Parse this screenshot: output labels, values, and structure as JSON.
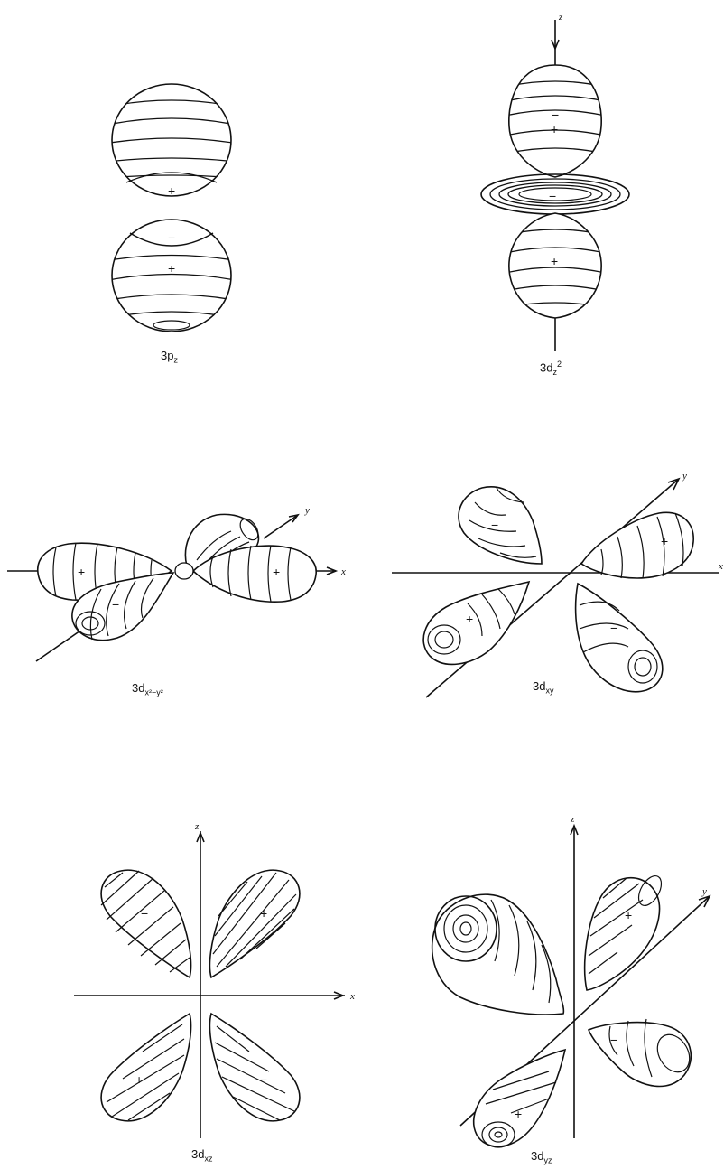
{
  "orbitals": [
    {
      "id": "3pz",
      "caption": "3p",
      "caption_sub": "z",
      "axis_label": ""
    },
    {
      "id": "3dz2",
      "caption": "3d",
      "caption_sub": "z",
      "caption_sup": "2",
      "axis_label": "z"
    },
    {
      "id": "3dx2y2",
      "caption": "3d",
      "caption_sub": "x²−y²",
      "axis_labels": [
        "y",
        "x"
      ]
    },
    {
      "id": "3dxy",
      "caption": "3d",
      "caption_sub": "xy",
      "axis_labels": [
        "y",
        "x"
      ]
    },
    {
      "id": "3dxz",
      "caption": "3d",
      "caption_sub": "xz",
      "axis_labels": [
        "z",
        "x"
      ]
    },
    {
      "id": "3dyz",
      "caption": "3d",
      "caption_sub": "yz",
      "axis_labels": [
        "z",
        "y"
      ]
    }
  ],
  "signs": {
    "plus": "+",
    "minus": "−"
  }
}
